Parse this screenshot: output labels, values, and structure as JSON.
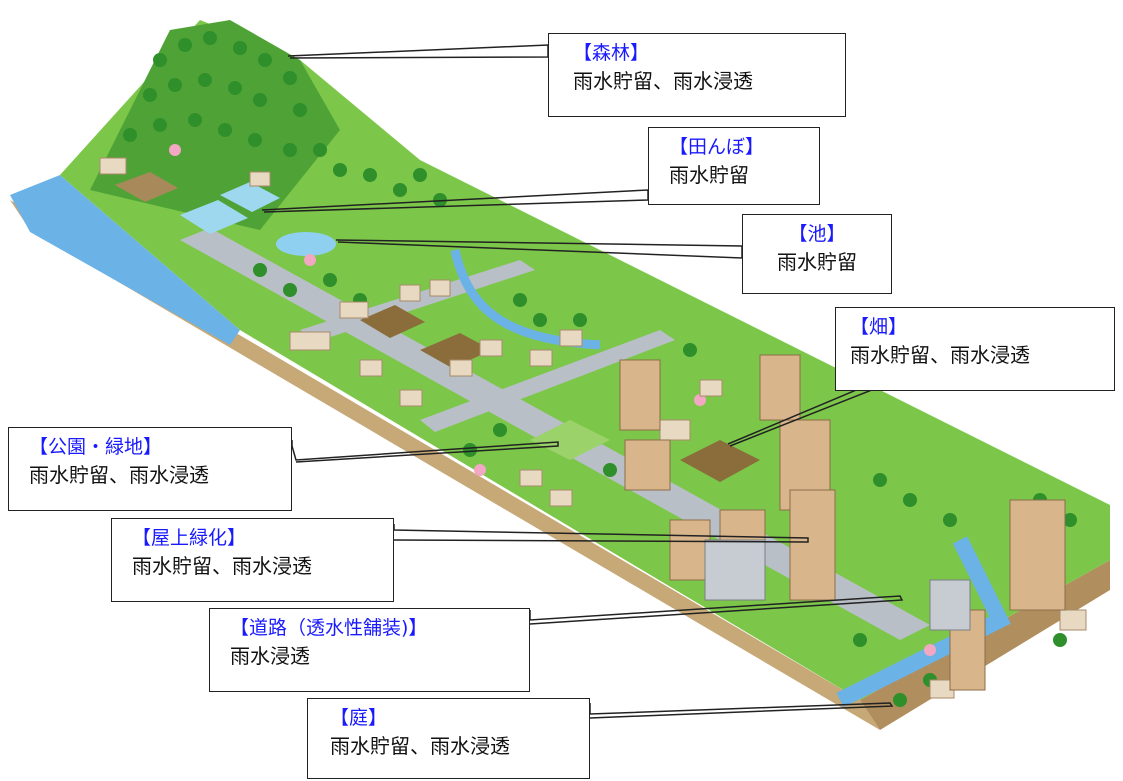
{
  "colors": {
    "title_blue": "#1a1aff",
    "border": "#222222",
    "text": "#111111",
    "river": "#6bb3e6",
    "grass": "#6cbf3c",
    "tree": "#2f8f2a",
    "road": "#b9bfc6",
    "soil": "#c7a877",
    "building": "#e8d9c3",
    "blossom": "#f2a7c3"
  },
  "callouts": [
    {
      "id": "forest",
      "title": "【森林】",
      "desc": "雨水貯留、雨水浸透"
    },
    {
      "id": "rice_paddy",
      "title": "【田んぼ】",
      "desc": "雨水貯留"
    },
    {
      "id": "pond",
      "title": "【池】",
      "desc": "雨水貯留"
    },
    {
      "id": "field",
      "title": "【畑】",
      "desc": "雨水貯留、雨水浸透"
    },
    {
      "id": "park",
      "title": "【公園・緑地】",
      "desc": "雨水貯留、雨水浸透"
    },
    {
      "id": "rooftop",
      "title": "【屋上緑化】",
      "desc": "雨水貯留、雨水浸透"
    },
    {
      "id": "road",
      "title": "【道路（透水性舗装)】",
      "desc": "雨水浸透"
    },
    {
      "id": "garden",
      "title": "【庭】",
      "desc": "雨水貯留、雨水浸透"
    }
  ]
}
